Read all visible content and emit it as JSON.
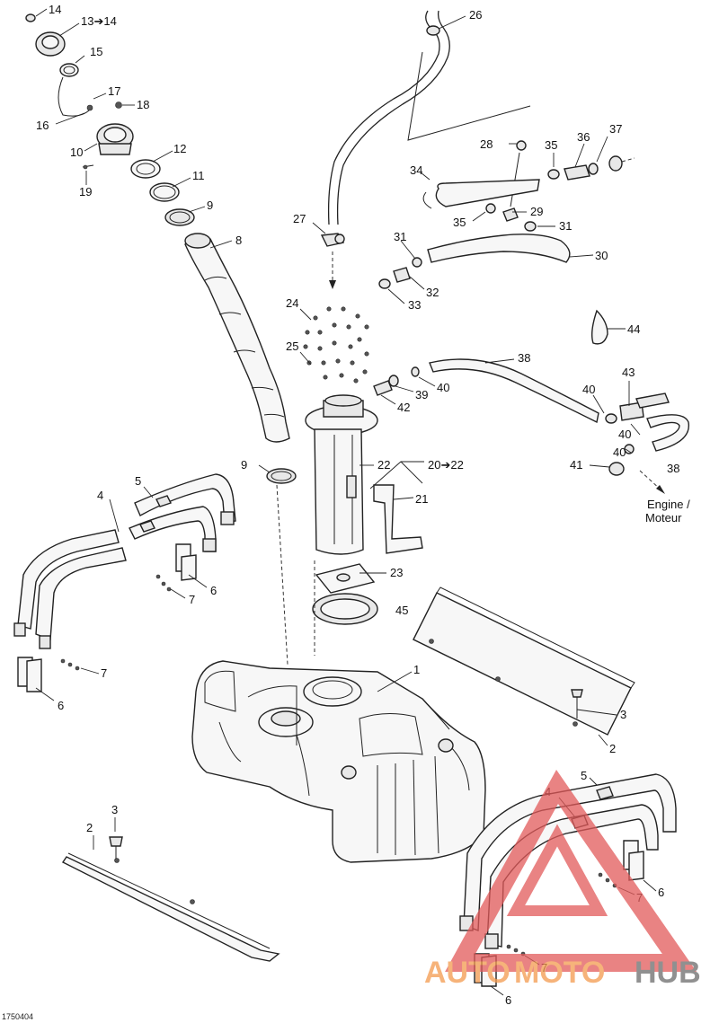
{
  "diagram": {
    "doc_code": "1750404",
    "labels": [
      {
        "id": "14a",
        "text": "14"
      },
      {
        "id": "13",
        "text": "13➔14"
      },
      {
        "id": "15",
        "text": "15"
      },
      {
        "id": "17",
        "text": "17"
      },
      {
        "id": "18",
        "text": "18"
      },
      {
        "id": "16",
        "text": "16"
      },
      {
        "id": "10",
        "text": "10"
      },
      {
        "id": "19",
        "text": "19"
      },
      {
        "id": "12",
        "text": "12"
      },
      {
        "id": "11",
        "text": "11"
      },
      {
        "id": "9a",
        "text": "9"
      },
      {
        "id": "8",
        "text": "8"
      },
      {
        "id": "26",
        "text": "26"
      },
      {
        "id": "28",
        "text": "28"
      },
      {
        "id": "35a",
        "text": "35"
      },
      {
        "id": "36",
        "text": "36"
      },
      {
        "id": "37",
        "text": "37"
      },
      {
        "id": "34",
        "text": "34"
      },
      {
        "id": "29",
        "text": "29"
      },
      {
        "id": "35b",
        "text": "35"
      },
      {
        "id": "31a",
        "text": "31"
      },
      {
        "id": "27",
        "text": "27"
      },
      {
        "id": "31b",
        "text": "31"
      },
      {
        "id": "30",
        "text": "30"
      },
      {
        "id": "32",
        "text": "32"
      },
      {
        "id": "33",
        "text": "33"
      },
      {
        "id": "24",
        "text": "24"
      },
      {
        "id": "44",
        "text": "44"
      },
      {
        "id": "25",
        "text": "25"
      },
      {
        "id": "38a",
        "text": "38"
      },
      {
        "id": "43",
        "text": "43"
      },
      {
        "id": "39",
        "text": "39"
      },
      {
        "id": "40a",
        "text": "40"
      },
      {
        "id": "42",
        "text": "42"
      },
      {
        "id": "40b",
        "text": "40"
      },
      {
        "id": "40c",
        "text": "40"
      },
      {
        "id": "40d",
        "text": "40"
      },
      {
        "id": "22",
        "text": "22"
      },
      {
        "id": "20",
        "text": "20➔22"
      },
      {
        "id": "41",
        "text": "41"
      },
      {
        "id": "38b",
        "text": "38"
      },
      {
        "id": "9b",
        "text": "9"
      },
      {
        "id": "5a",
        "text": "5"
      },
      {
        "id": "4a",
        "text": "4"
      },
      {
        "id": "21",
        "text": "21"
      },
      {
        "id": "6a",
        "text": "6"
      },
      {
        "id": "7a",
        "text": "7"
      },
      {
        "id": "23",
        "text": "23"
      },
      {
        "id": "45",
        "text": "45"
      },
      {
        "id": "7b",
        "text": "7"
      },
      {
        "id": "6b",
        "text": "6"
      },
      {
        "id": "1",
        "text": "1"
      },
      {
        "id": "3a",
        "text": "3"
      },
      {
        "id": "2a",
        "text": "2"
      },
      {
        "id": "5b",
        "text": "5"
      },
      {
        "id": "4b",
        "text": "4"
      },
      {
        "id": "3b",
        "text": "3"
      },
      {
        "id": "2b",
        "text": "2"
      },
      {
        "id": "7c",
        "text": "7"
      },
      {
        "id": "6c",
        "text": "6"
      },
      {
        "id": "7d",
        "text": "7"
      },
      {
        "id": "6d",
        "text": "6"
      }
    ],
    "engine_line1": "Engine /",
    "engine_line2": "Moteur"
  },
  "watermark": {
    "text_a": "AUTO",
    "text_b": "MOTO",
    "text_c": "HUB",
    "color_red": "#e25a5a",
    "color_orange": "#f39a4e",
    "color_grey": "#6b6b6b"
  }
}
